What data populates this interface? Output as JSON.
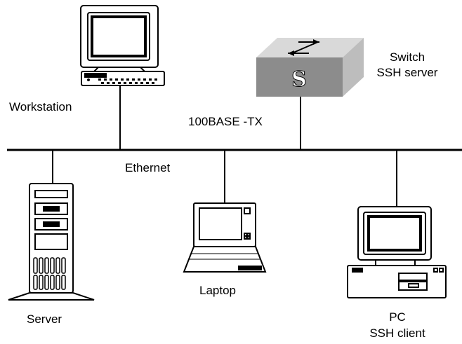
{
  "labels": {
    "workstation": "Workstation",
    "switch_line1": "Switch",
    "switch_line2": "SSH server",
    "link_type": "100BASE -TX",
    "network": "Ethernet",
    "server": "Server",
    "laptop": "Laptop",
    "pc_line1": "PC",
    "pc_line2": "SSH client"
  },
  "switch_badge": "S",
  "colors": {
    "line": "#000000",
    "switch_top": "#d9d9d9",
    "switch_front": "#8c8c8c",
    "switch_side": "#bdbdbd"
  }
}
